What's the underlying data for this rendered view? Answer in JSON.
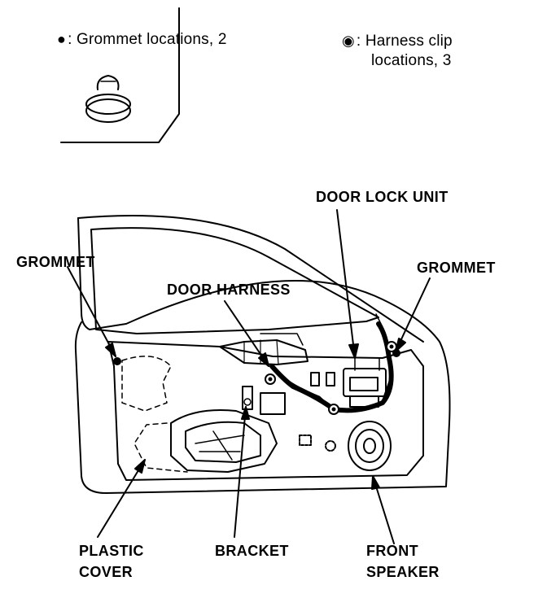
{
  "legend": {
    "grommet": {
      "symbol": "●",
      "text": ": Grommet locations, 2"
    },
    "clip": {
      "symbol": "◉",
      "line1": ": Harness clip",
      "line2": "locations, 3"
    }
  },
  "labels": {
    "door_lock_unit": "DOOR LOCK UNIT",
    "grommet_left": "GROMMET",
    "grommet_right": "GROMMET",
    "door_harness": "DOOR HARNESS",
    "plastic_cover_1": "PLASTIC",
    "plastic_cover_2": "COVER",
    "bracket": "BRACKET",
    "front_speaker_1": "FRONT",
    "front_speaker_2": "SPEAKER"
  }
}
